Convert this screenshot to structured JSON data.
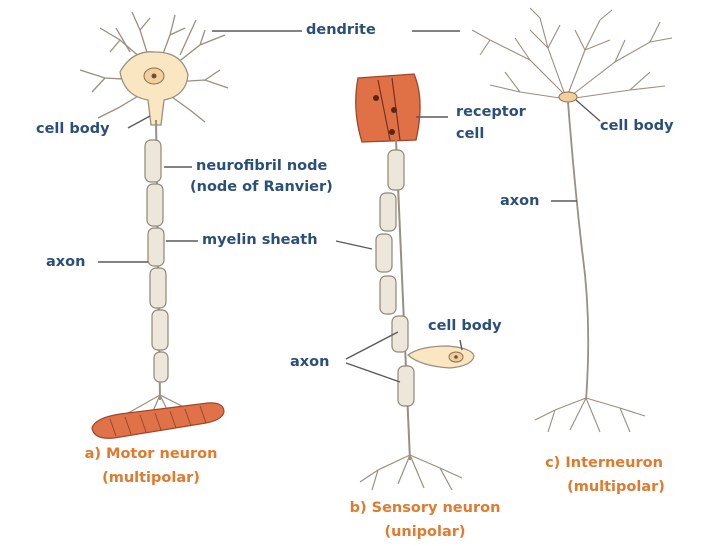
{
  "labels": {
    "dendrite": "dendrite",
    "cell_body_left": "cell body",
    "neurofibril_node_1": "neurofibril node",
    "neurofibril_node_2": "(node of Ranvier)",
    "myelin_sheath": "myelin sheath",
    "axon_left": "axon",
    "receptor_1": "receptor",
    "receptor_2": "cell",
    "cell_body_mid": "cell body",
    "axon_mid": "axon",
    "cell_body_right": "cell body",
    "axon_right": "axon"
  },
  "captions": {
    "motor_1": "a) Motor neuron",
    "motor_2": "(multipolar)",
    "sensory_1": "b) Sensory neuron",
    "sensory_2": "(unipolar)",
    "inter_1": "c) Interneuron",
    "inter_2": "(multipolar)"
  },
  "colors": {
    "label_text": "#2a4f7a",
    "caption_text": "#e07a2e",
    "soma_fill": "#fbe6c2",
    "myelin_fill": "#ece7da",
    "receptor_fill": "#e07046",
    "muscle_fill": "#e0724a",
    "line": "#7a7a7a"
  }
}
